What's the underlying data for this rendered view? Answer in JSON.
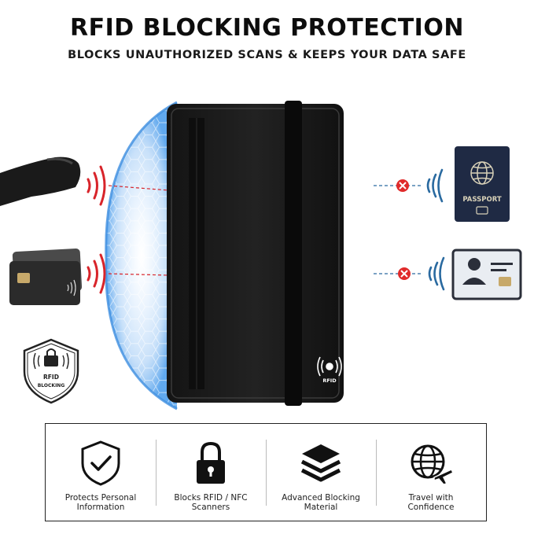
{
  "header": {
    "title": "RFID BLOCKING PROTECTION",
    "subtitle": "BLOCKS UNAUTHORIZED SCANS & KEEPS YOUR DATA SAFE"
  },
  "product": {
    "rfid_logo_text": "RFID"
  },
  "badge": {
    "text": "RFID BLOCKING"
  },
  "passport": {
    "label": "PASSPORT"
  },
  "features": [
    {
      "label": "Protects Personal\nInformation",
      "icon": "shield-check-icon"
    },
    {
      "label": "Blocks RFID / NFC\nScanners",
      "icon": "padlock-icon"
    },
    {
      "label": "Advanced Blocking\nMaterial",
      "icon": "layers-icon"
    },
    {
      "label": "Travel with\nConfidence",
      "icon": "globe-plane-icon"
    }
  ],
  "colors": {
    "wave_red": "#d8242a",
    "wave_blue": "#2a6aa0",
    "block_red": "#e02a2a",
    "passport_navy": "#1f2a44",
    "shield_glow": "#5aa8ef"
  }
}
